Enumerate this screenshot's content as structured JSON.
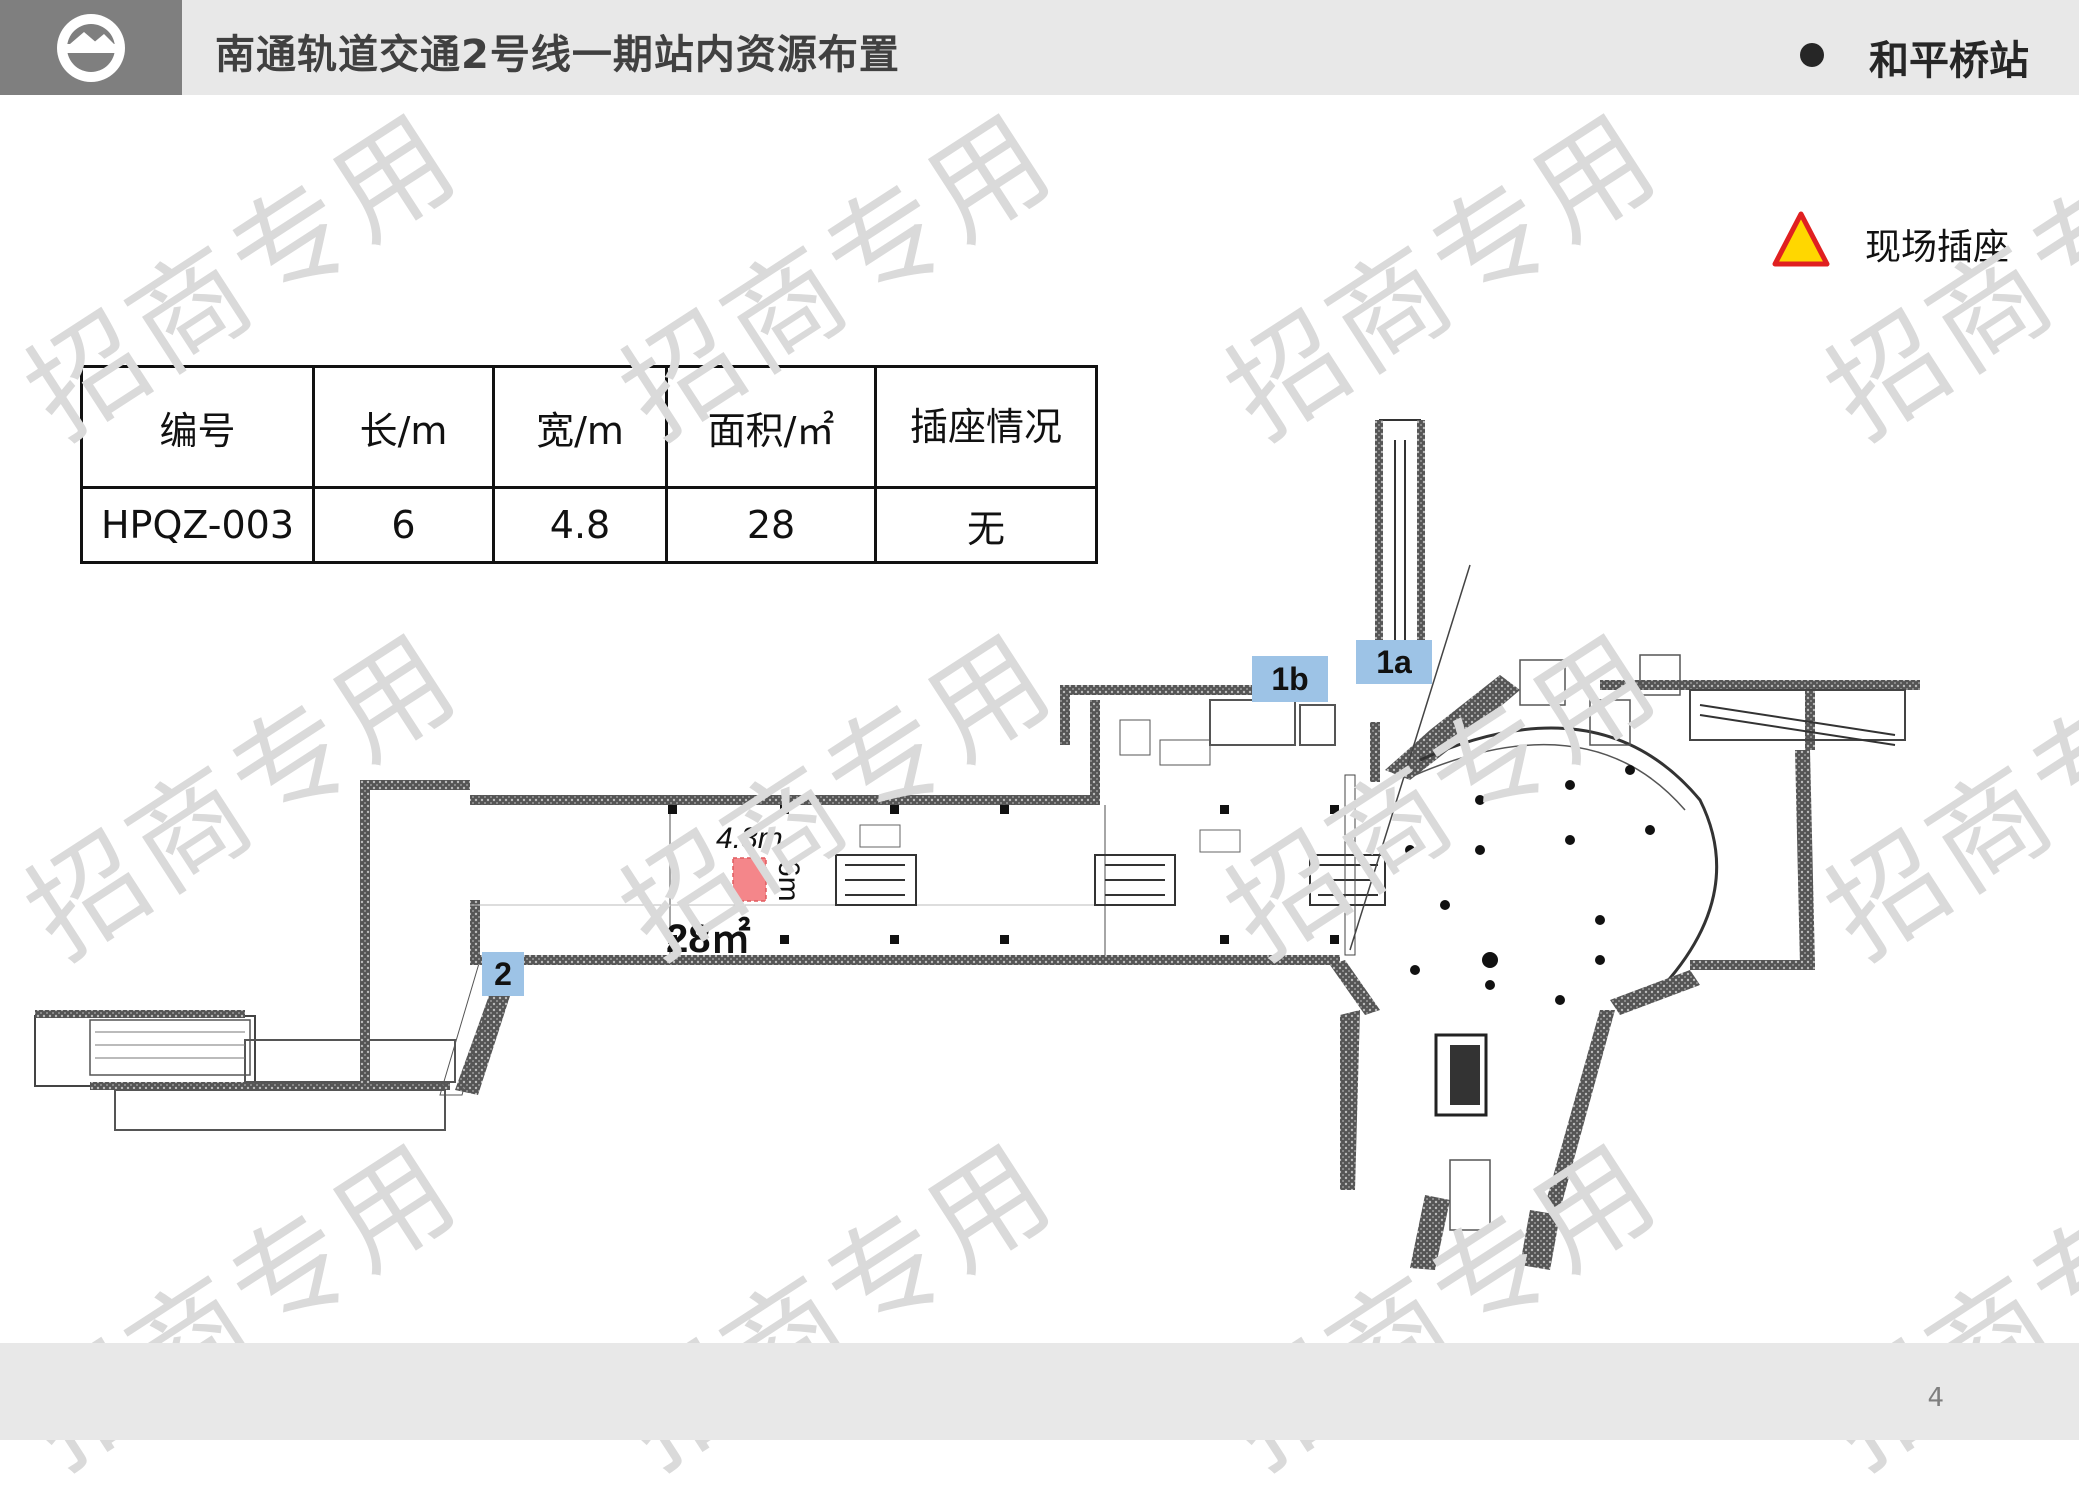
{
  "header": {
    "title": "南通轨道交通2号线一期站内资源布置",
    "station_name": "和平桥站",
    "logo_icon": "metro-logo-icon"
  },
  "legend": {
    "icon": "warning-triangle-icon",
    "label": "现场插座"
  },
  "table": {
    "headers": [
      "编号",
      "长/m",
      "宽/m",
      "面积/㎡",
      "插座情况"
    ],
    "rows": [
      [
        "HPQZ-003",
        "6",
        "4.8",
        "28",
        "无"
      ]
    ]
  },
  "floor_plan": {
    "entrances": [
      "1a",
      "1b",
      "2"
    ],
    "space_width": "4.8m",
    "space_length": "6m",
    "space_area": "28㎡",
    "highlight_color": "#f4868a",
    "entrance_color": "#9dc3e6"
  },
  "watermark": "招商专用",
  "footer": {
    "page_number": "4"
  },
  "colors": {
    "header_bg": "#e8e8e8",
    "logo_bg": "#7f7f7f",
    "title_color": "#404040"
  }
}
